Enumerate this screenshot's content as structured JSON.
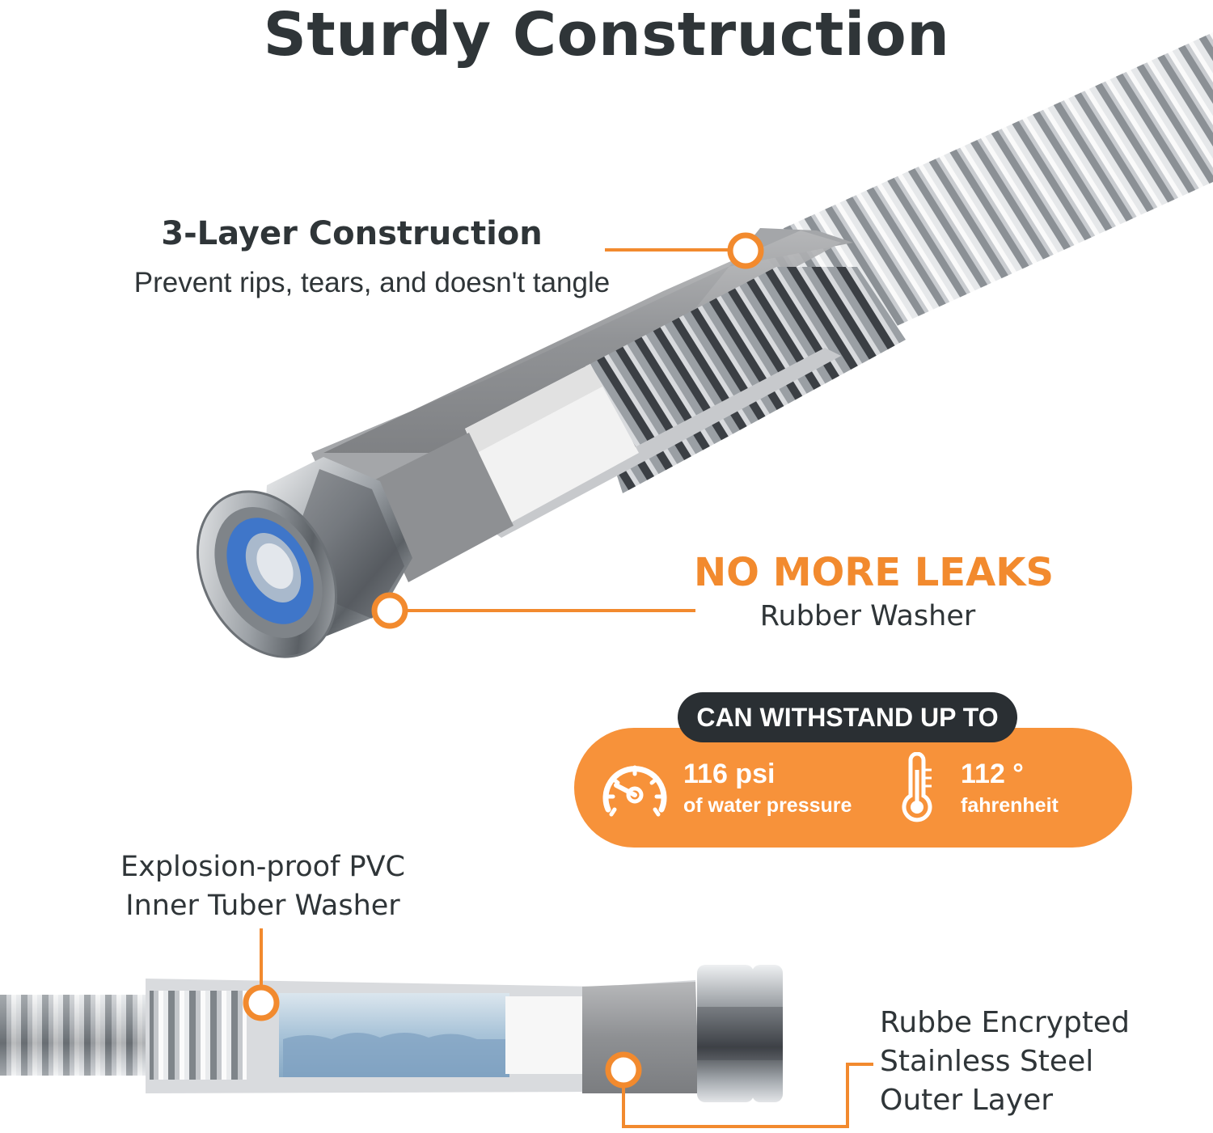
{
  "title": "Sturdy Construction",
  "callouts": {
    "layers": {
      "heading": "3-Layer Construction",
      "subtext": "Prevent rips, tears, and doesn't tangle"
    },
    "leaks": {
      "heading": "NO MORE LEAKS",
      "subtext": "Rubber Washer"
    },
    "inner": {
      "line1": "Explosion-proof PVC",
      "line2": "Inner Tuber Washer"
    },
    "outer": {
      "line1": "Rubbe Encrypted",
      "line2": "Stainless Steel",
      "line3": "Outer Layer"
    }
  },
  "specs": {
    "label": "CAN WITHSTAND UP TO",
    "pressure": {
      "value": "116 psi",
      "unit": "of water pressure",
      "icon": "gauge-icon"
    },
    "temperature": {
      "value": "112 °",
      "unit": "fahrenheit",
      "icon": "thermometer-icon"
    }
  },
  "colors": {
    "accent": "#f7923a",
    "dark": "#2a2f33",
    "text": "#2f3538",
    "washer": "#3f76c9"
  }
}
